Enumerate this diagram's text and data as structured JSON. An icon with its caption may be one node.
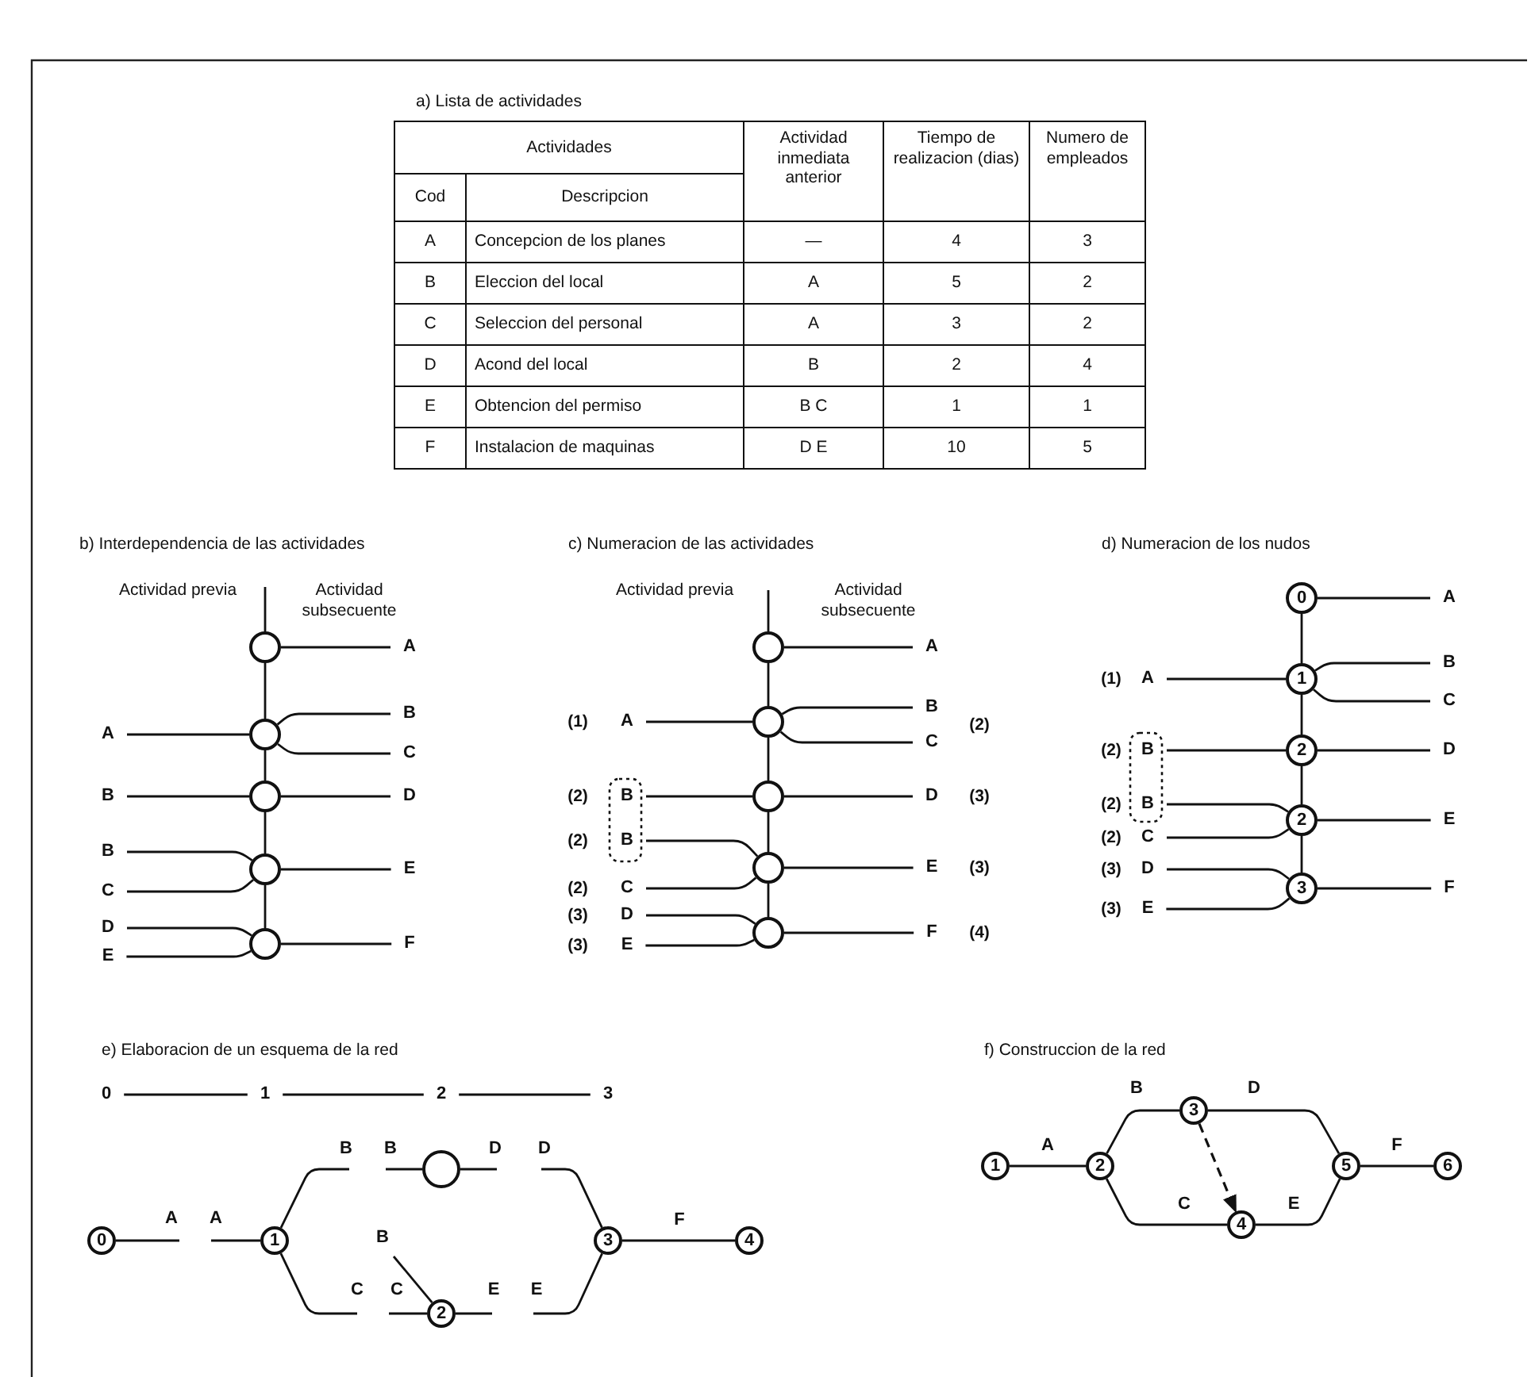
{
  "diagram": {
    "nodes": [
      {
        "text": [],
        "shape": "circle"
      },
      {
        "text": [
          "A"
        ]
      },
      {
        "text": [
          "A"
        ]
      },
      {
        "text": [],
        "shape": "circle"
      },
      {
        "text": [
          "B"
        ]
      },
      {
        "text": [
          "C"
        ]
      },
      {
        "text": [
          "B"
        ]
      },
      {
        "text": [],
        "shape": "circle"
      },
      {
        "text": [
          "D"
        ]
      },
      {
        "text": [
          "B"
        ]
      },
      {
        "text": [
          "C"
        ]
      },
      {
        "text": [],
        "shape": "circle"
      },
      {
        "text": [
          "E"
        ]
      },
      {
        "text": [
          "D"
        ]
      },
      {
        "text": [
          "E"
        ]
      },
      {
        "text": [],
        "shape": "circle"
      },
      {
        "text": [
          "F"
        ]
      },
      {
        "text": [],
        "shape": "circle"
      },
      {
        "text": [
          "A"
        ]
      },
      {
        "text": [
          "A"
        ],
        "beside": [
          "(1)"
        ]
      },
      {
        "text": [],
        "shape": "circle"
      },
      {
        "text": [
          "B"
        ],
        "beside": [
          "(2)"
        ]
      },
      {
        "text": [
          "C"
        ]
      },
      {
        "text": [
          "B"
        ],
        "beside": [
          "(2)"
        ]
      },
      {
        "text": [],
        "shape": "circle"
      },
      {
        "text": [
          "D"
        ],
        "beside": [
          "(3)"
        ]
      },
      {
        "text": [
          "B"
        ],
        "beside": [
          "(2)"
        ]
      },
      {
        "text": [
          "C"
        ],
        "beside": [
          "(2)"
        ]
      },
      {
        "text": [],
        "shape": "circle"
      },
      {
        "text": [
          "E"
        ],
        "beside": [
          "(3)"
        ]
      },
      {
        "text": [
          "D"
        ],
        "beside": [
          "(3)"
        ]
      },
      {
        "text": [
          "E"
        ],
        "beside": [
          "(3)"
        ]
      },
      {
        "text": [],
        "shape": "circle"
      },
      {
        "text": [
          "F"
        ],
        "beside": [
          "(4)"
        ]
      },
      {
        "text": [
          "0"
        ]
      },
      {
        "text": [
          "A"
        ]
      },
      {
        "text": [
          "A"
        ],
        "beside": [
          "(1)"
        ]
      },
      {
        "text": [
          "1"
        ]
      },
      {
        "text": [
          "B"
        ]
      },
      {
        "text": [
          "C"
        ]
      },
      {
        "text": [
          "B"
        ],
        "beside": [
          "(2)"
        ]
      },
      {
        "text": [
          "2"
        ]
      },
      {
        "text": [
          "D"
        ]
      },
      {
        "text": [
          "B"
        ],
        "beside": [
          "(2)"
        ]
      },
      {
        "text": [
          "C"
        ],
        "beside": [
          "(2)"
        ]
      },
      {
        "text": [
          "2"
        ]
      },
      {
        "text": [
          "E"
        ]
      },
      {
        "text": [
          "D"
        ],
        "beside": [
          "(3)"
        ]
      },
      {
        "text": [
          "E"
        ],
        "beside": [
          "(3)"
        ]
      },
      {
        "text": [
          "3"
        ]
      },
      {
        "text": [
          "F"
        ]
      },
      {
        "text": [
          "0"
        ]
      },
      {
        "text": [
          "1"
        ]
      },
      {
        "text": [
          "2"
        ]
      },
      {
        "text": [
          "3"
        ]
      },
      {
        "text": [
          "0"
        ]
      },
      {
        "text": [
          "1"
        ]
      },
      {
        "text": [],
        "shape": "circle"
      },
      {
        "text": [
          "2"
        ]
      },
      {
        "text": [
          "3"
        ]
      },
      {
        "text": [
          "4"
        ]
      },
      {
        "text": [
          "1"
        ]
      },
      {
        "text": [
          "2"
        ]
      },
      {
        "text": [
          "3"
        ]
      },
      {
        "text": [
          "4"
        ]
      },
      {
        "text": [
          "5"
        ]
      },
      {
        "text": [
          "6"
        ]
      }
    ],
    "edges": [
      {
        "from": null,
        "to": 0,
        "arrow": "none"
      },
      {
        "from": 0,
        "to": 1,
        "arrow": "none"
      },
      {
        "from": 2,
        "to": 3,
        "arrow": "none"
      },
      {
        "from": 3,
        "to": 4,
        "arrow": "none"
      },
      {
        "from": 3,
        "to": 5,
        "arrow": "none"
      },
      {
        "from": 0,
        "to": 3,
        "arrow": "none"
      },
      {
        "from": 6,
        "to": 7,
        "arrow": "none"
      },
      {
        "from": 7,
        "to": 8,
        "arrow": "none"
      },
      {
        "from": 3,
        "to": 7,
        "arrow": "none"
      },
      {
        "from": 9,
        "to": 11,
        "arrow": "none"
      },
      {
        "from": 10,
        "to": 11,
        "arrow": "none"
      },
      {
        "from": 11,
        "to": 12,
        "arrow": "none"
      },
      {
        "from": 7,
        "to": 11,
        "arrow": "none"
      },
      {
        "from": 13,
        "to": 15,
        "arrow": "none"
      },
      {
        "from": 14,
        "to": 15,
        "arrow": "none"
      },
      {
        "from": 15,
        "to": 16,
        "arrow": "none"
      },
      {
        "from": 11,
        "to": 15,
        "arrow": "none"
      },
      {
        "from": null,
        "to": 17,
        "arrow": "none"
      },
      {
        "from": 17,
        "to": 18,
        "arrow": "none"
      },
      {
        "from": 19,
        "to": 20,
        "arrow": "none"
      },
      {
        "from": 20,
        "to": 21,
        "arrow": "none"
      },
      {
        "from": 20,
        "to": 22,
        "arrow": "none"
      },
      {
        "from": 17,
        "to": 20,
        "arrow": "none"
      },
      {
        "from": 23,
        "to": 24,
        "arrow": "none"
      },
      {
        "from": 24,
        "to": 25,
        "arrow": "none"
      },
      {
        "from": 20,
        "to": 24,
        "arrow": "none"
      },
      {
        "from": 26,
        "to": 28,
        "arrow": "none"
      },
      {
        "from": 27,
        "to": 28,
        "arrow": "none"
      },
      {
        "from": 28,
        "to": 29,
        "arrow": "none"
      },
      {
        "from": 24,
        "to": 28,
        "arrow": "none"
      },
      {
        "from": 30,
        "to": 32,
        "arrow": "none"
      },
      {
        "from": 31,
        "to": 32,
        "arrow": "none"
      },
      {
        "from": 32,
        "to": 33,
        "arrow": "none"
      },
      {
        "from": 28,
        "to": 32,
        "arrow": "none"
      },
      {
        "from": 34,
        "to": 35,
        "arrow": "none"
      },
      {
        "from": 36,
        "to": 37,
        "arrow": "none"
      },
      {
        "from": 37,
        "to": 38,
        "arrow": "none"
      },
      {
        "from": 37,
        "to": 39,
        "arrow": "none"
      },
      {
        "from": 34,
        "to": 37,
        "arrow": "none"
      },
      {
        "from": 40,
        "to": 41,
        "arrow": "none"
      },
      {
        "from": 41,
        "to": 42,
        "arrow": "none"
      },
      {
        "from": 37,
        "to": 41,
        "arrow": "none"
      },
      {
        "from": 43,
        "to": 45,
        "arrow": "none"
      },
      {
        "from": 44,
        "to": 45,
        "arrow": "none"
      },
      {
        "from": 45,
        "to": 46,
        "arrow": "none"
      },
      {
        "from": 41,
        "to": 45,
        "arrow": "none"
      },
      {
        "from": 47,
        "to": 49,
        "arrow": "none"
      },
      {
        "from": 48,
        "to": 49,
        "arrow": "none"
      },
      {
        "from": 49,
        "to": 50,
        "arrow": "none"
      },
      {
        "from": 45,
        "to": 49,
        "arrow": "none"
      },
      {
        "from": 51,
        "to": 52,
        "arrow": "none"
      },
      {
        "from": 52,
        "to": 53,
        "arrow": "none"
      },
      {
        "from": 53,
        "to": 54,
        "arrow": "none"
      },
      {
        "from": 55,
        "to": null,
        "arrow": "none",
        "label": "A"
      },
      {
        "from": null,
        "to": 56,
        "arrow": "none",
        "label": "A"
      },
      {
        "from": 56,
        "to": null,
        "arrow": "none",
        "label": "B"
      },
      {
        "from": null,
        "to": 57,
        "arrow": "none",
        "label": "B"
      },
      {
        "from": 57,
        "to": null,
        "arrow": "none",
        "label": "D"
      },
      {
        "from": null,
        "to": 59,
        "arrow": "none",
        "label": "D"
      },
      {
        "from": 59,
        "to": 60,
        "arrow": "none",
        "label": "F"
      },
      {
        "from": 56,
        "to": null,
        "arrow": "none",
        "label": "C"
      },
      {
        "from": null,
        "to": 58,
        "arrow": "none",
        "label": "C"
      },
      {
        "from": null,
        "to": 58,
        "arrow": "none",
        "label": "B"
      },
      {
        "from": 58,
        "to": null,
        "arrow": "none",
        "label": "E"
      },
      {
        "from": null,
        "to": 59,
        "arrow": "none",
        "label": "E"
      },
      {
        "from": 61,
        "to": 62,
        "arrow": "none",
        "label": "A"
      },
      {
        "from": 62,
        "to": 63,
        "arrow": "none",
        "label": "B"
      },
      {
        "from": 62,
        "to": 64,
        "arrow": "none",
        "label": "C"
      },
      {
        "from": 63,
        "to": 65,
        "arrow": "none",
        "label": "D"
      },
      {
        "from": 64,
        "to": 65,
        "arrow": "none",
        "label": "E"
      },
      {
        "from": 65,
        "to": 66,
        "arrow": "none",
        "label": "F"
      },
      {
        "from": 63,
        "to": 64,
        "arrow": "to",
        "style": "dashed"
      }
    ],
    "labels": [
      "a) Lista de actividades",
      "Actividades",
      "Actividad inmediata anterior",
      "Tiempo de realizacion (dias)",
      "Numero de empleados",
      "Cod",
      "Descripcion",
      "A",
      "Concepcion de los planes",
      "—",
      "4",
      "3",
      "B",
      "Eleccion del local",
      "A",
      "5",
      "2",
      "C",
      "Seleccion del personal",
      "A",
      "3",
      "2",
      "D",
      "Acond del local",
      "B",
      "2",
      "4",
      "E",
      "Obtencion del permiso",
      "B C",
      "1",
      "1",
      "F",
      "Instalacion de maquinas",
      "D E",
      "10",
      "5",
      "b) Interdependencia de las actividades",
      "Actividad previa",
      "Actividad subsecuente",
      "c) Numeracion de las actividades",
      "Actividad previa",
      "Actividad subsecuente",
      "d) Numeracion de los nudos",
      "e) Elaboracion de un esquema de la red",
      "f) Construccion de la red"
    ]
  }
}
